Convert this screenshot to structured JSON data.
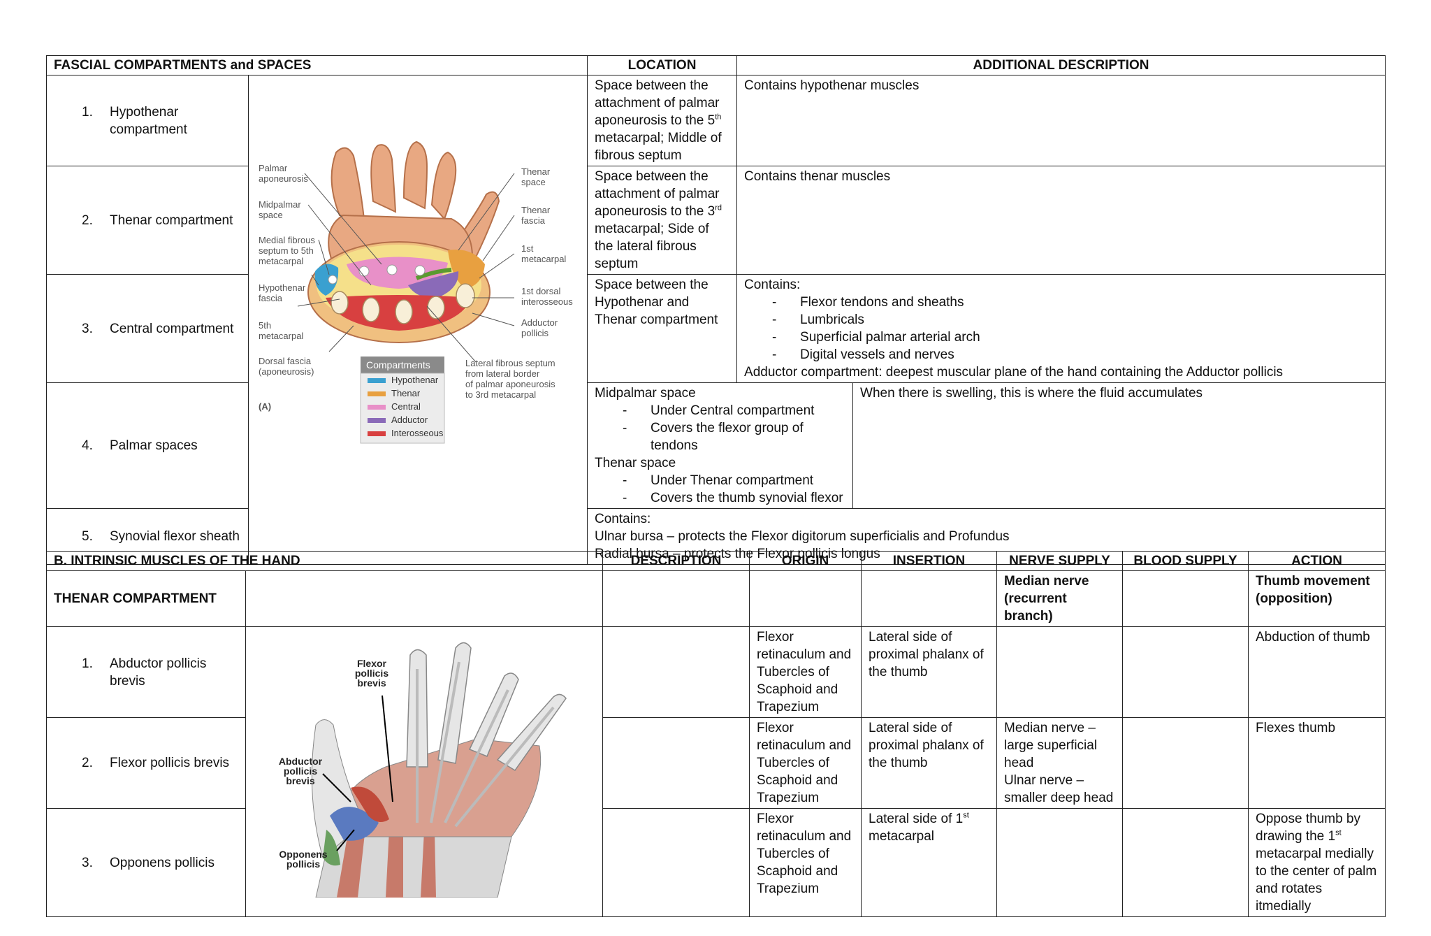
{
  "table_a": {
    "headers": {
      "title": "FASCIAL COMPARTMENTS and SPACES",
      "location": "LOCATION",
      "additional": "ADDITIONAL DESCRIPTION"
    },
    "rows": [
      {
        "num": "1.",
        "name": "Hypothenar compartment",
        "location_pre": "Space between the attachment of palmar aponeurosis to the 5",
        "location_sup": "th",
        "location_post": " metacarpal; Middle of fibrous septum",
        "description": "Contains hypothenar muscles"
      },
      {
        "num": "2.",
        "name": "Thenar compartment",
        "location_pre": "Space between the attachment of palmar aponeurosis to the 3",
        "location_sup": "rd",
        "location_post": " metacarpal; Side of the lateral fibrous septum",
        "description": "Contains thenar muscles"
      },
      {
        "num": "3.",
        "name": "Central compartment",
        "location": "Space between the Hypothenar and Thenar compartment",
        "description_head": "Contains:",
        "description_items": [
          "Flexor tendons and sheaths",
          "Lumbricals",
          "Superficial palmar arterial arch",
          "Digital vessels and nerves"
        ],
        "description_tail": "Adductor compartment: deepest muscular plane of the hand containing the Adductor pollicis"
      },
      {
        "num": "4.",
        "name": "Palmar spaces",
        "spaces": [
          {
            "title": "Midpalmar space",
            "items": [
              "Under Central  compartment",
              "Covers the flexor group of tendons"
            ]
          },
          {
            "title": "Thenar space",
            "items": [
              "Under Thenar compartment",
              "Covers the thumb synovial flexor"
            ]
          }
        ],
        "description": "When there is swelling, this is where the fluid accumulates"
      },
      {
        "num": "5.",
        "name": "Synovial flexor sheath",
        "lines": [
          "Contains:",
          "Ulnar bursa – protects the Flexor digitorum superficialis and Profundus",
          "Radial bursa – protects the Flexor pollicis longus"
        ]
      }
    ],
    "figure": {
      "panel_label": "(A)",
      "labels_left": [
        "Palmar aponeurosis",
        "Midpalmar space",
        "Medial fibrous septum to 5th metacarpal",
        "Hypothenar fascia",
        "5th metacarpal",
        "Dorsal fascia (aponeurosis)"
      ],
      "labels_right": [
        "Thenar space",
        "Thenar fascia",
        "1st metacarpal",
        "1st dorsal interosseous",
        "Adductor pollicis",
        "Lateral fibrous septum from lateral border of palmar aponeurosis to 3rd metacarpal"
      ],
      "legend_title": "Compartments",
      "legend": [
        {
          "label": "Hypothenar",
          "color": "#3aa0d0"
        },
        {
          "label": "Thenar",
          "color": "#e8a040"
        },
        {
          "label": "Central",
          "color": "#e890c8"
        },
        {
          "label": "Adductor",
          "color": "#8a6ab8"
        },
        {
          "label": "Interosseous",
          "color": "#d84040"
        }
      ]
    }
  },
  "table_b": {
    "headers": {
      "title": "B.  INTRINSIC MUSCLES OF THE HAND",
      "description": "DESCRIPTION",
      "origin": "ORIGIN",
      "insertion": "INSERTION",
      "nerve": "NERVE SUPPLY",
      "blood": "BLOOD SUPPLY",
      "action": "ACTION"
    },
    "section": {
      "title": "THENAR COMPARTMENT",
      "nerve": "Median nerve (recurrent branch)",
      "action": "Thumb movement (opposition)"
    },
    "rows": [
      {
        "num": "1.",
        "name": "Abductor pollicis brevis",
        "origin": "Flexor retinaculum and Tubercles of Scaphoid and Trapezium",
        "insertion": "Lateral side of proximal phalanx of the thumb",
        "nerve": "",
        "action": "Abduction of thumb"
      },
      {
        "num": "2.",
        "name": "Flexor pollicis brevis",
        "origin": "Flexor retinaculum and Tubercles of Scaphoid and Trapezium",
        "insertion": "Lateral side of proximal phalanx of the thumb",
        "nerve_lines": [
          "Median nerve – large superficial head",
          "Ulnar nerve – smaller deep head"
        ],
        "action": "Flexes thumb"
      },
      {
        "num": "3.",
        "name": "Opponens pollicis",
        "origin": "Flexor retinaculum and Tubercles of Scaphoid and Trapezium",
        "insertion_pre": "Lateral side of 1",
        "insertion_sup": "st",
        "insertion_post": " metacarpal",
        "action_pre": "Oppose thumb by drawing the 1",
        "action_sup": "st",
        "action_post": " metacarpal medially to the center of palm and rotates itmedially"
      }
    ],
    "figure": {
      "labels": [
        "Flexor pollicis brevis",
        "Abductor pollicis brevis",
        "Opponens pollicis"
      ]
    }
  }
}
